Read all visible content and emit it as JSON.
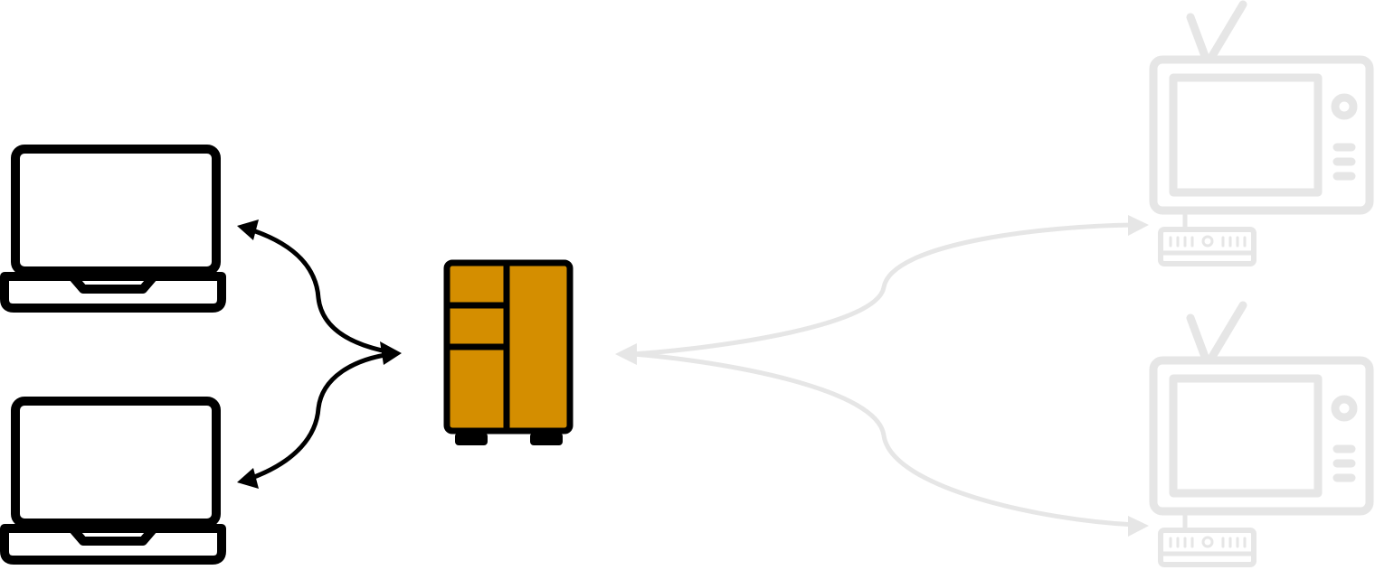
{
  "diagram": {
    "nodes": [
      {
        "id": "laptop-1",
        "kind": "laptop",
        "icon": "laptop-icon",
        "state": "active"
      },
      {
        "id": "laptop-2",
        "kind": "laptop",
        "icon": "laptop-icon",
        "state": "active"
      },
      {
        "id": "nas",
        "kind": "nas-server",
        "icon": "nas-server-icon",
        "state": "active"
      },
      {
        "id": "tv-1",
        "kind": "tv-with-set-top-box",
        "icon": "tv-icon",
        "state": "inactive"
      },
      {
        "id": "tv-2",
        "kind": "tv-with-set-top-box",
        "icon": "tv-icon",
        "state": "inactive"
      }
    ],
    "edges": [
      {
        "from": "laptop-1",
        "to": "nas",
        "direction": "bidirectional",
        "state": "active"
      },
      {
        "from": "laptop-2",
        "to": "nas",
        "direction": "bidirectional",
        "state": "active"
      },
      {
        "from": "nas",
        "to": "tv-1",
        "direction": "bidirectional",
        "state": "inactive"
      },
      {
        "from": "nas",
        "to": "tv-2",
        "direction": "bidirectional",
        "state": "inactive"
      }
    ],
    "colors": {
      "active_stroke": "#000000",
      "nas_fill": "#d48e00",
      "inactive_stroke": "#e6e6e6"
    }
  }
}
